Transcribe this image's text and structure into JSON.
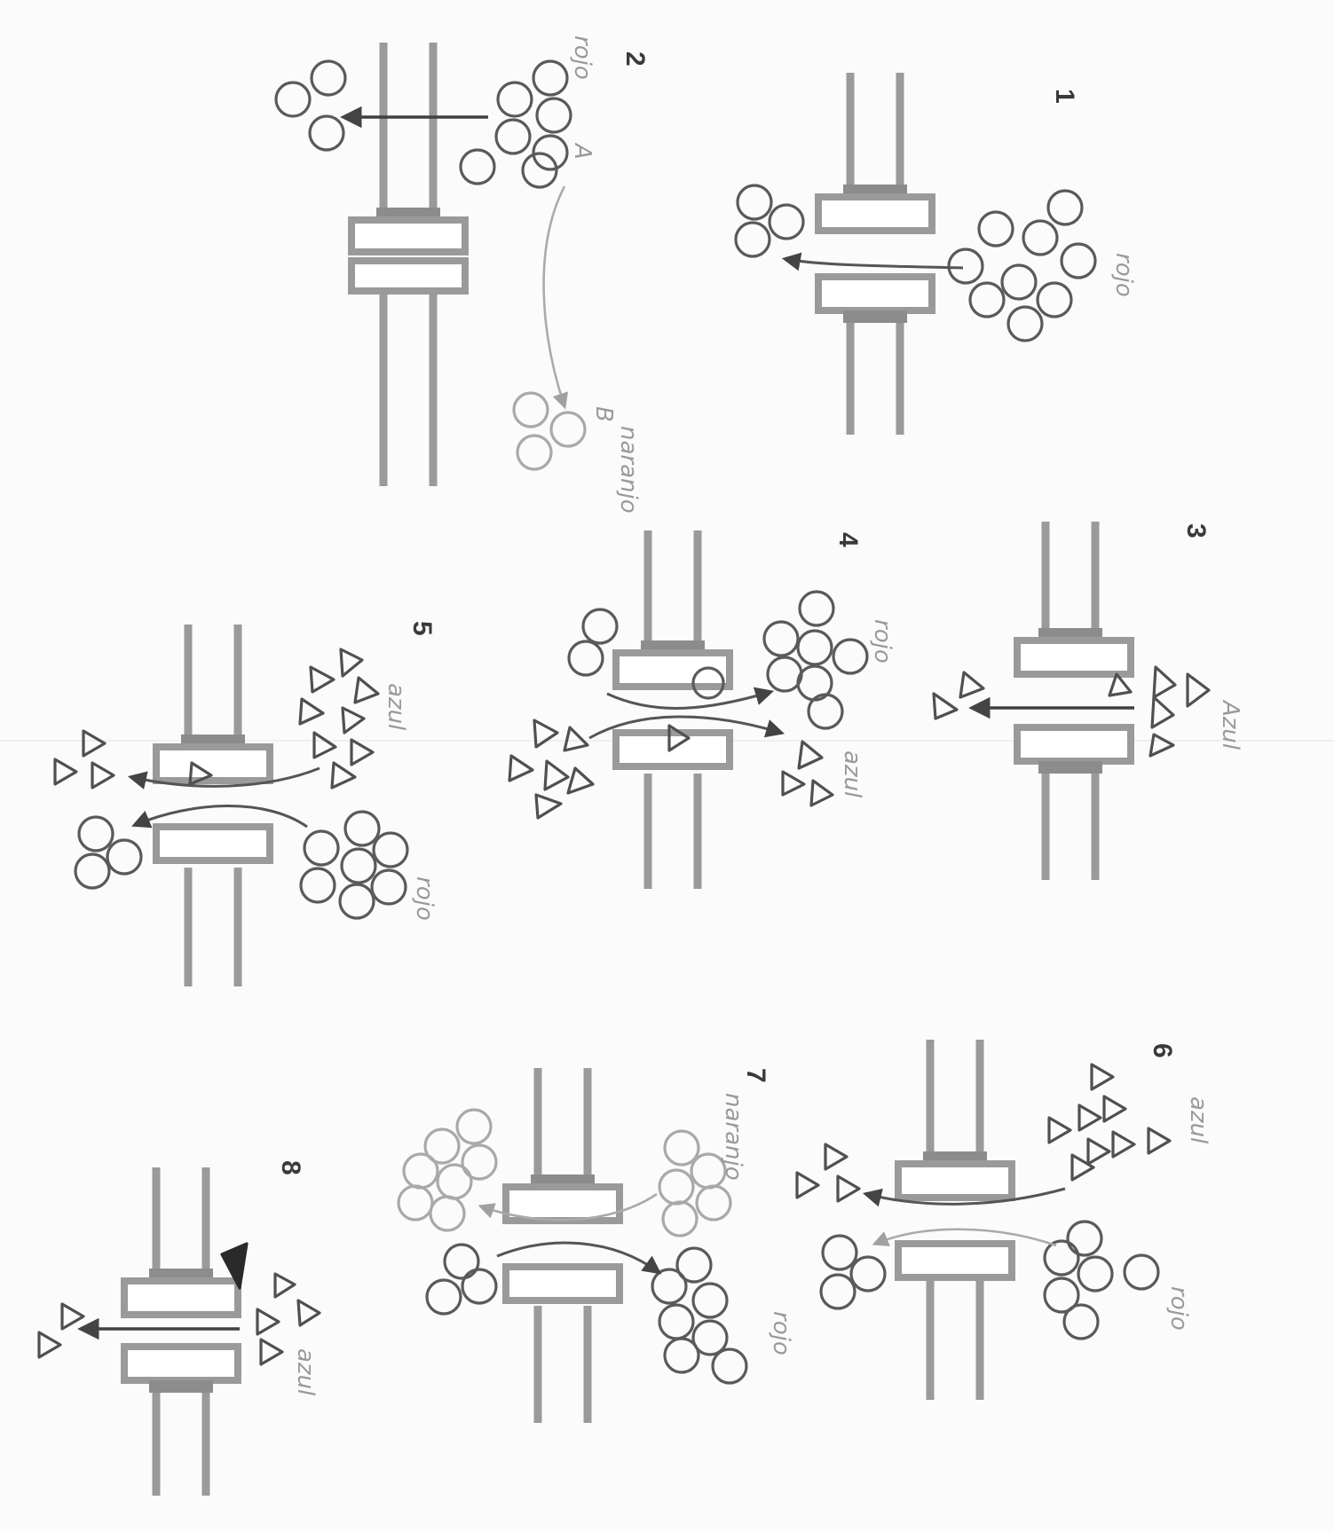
{
  "panels": [
    {
      "number": "1",
      "labels": [
        "rojo"
      ]
    },
    {
      "number": "2",
      "labels": [
        "rojo",
        "A",
        "B",
        "naranjo"
      ]
    },
    {
      "number": "3",
      "labels": [
        "Azul"
      ]
    },
    {
      "number": "4",
      "labels": [
        "rojo",
        "azul"
      ]
    },
    {
      "number": "5",
      "labels": [
        "azul",
        "rojo"
      ]
    },
    {
      "number": "6",
      "labels": [
        "azul",
        "rojo"
      ]
    },
    {
      "number": "7",
      "labels": [
        "naranjo",
        "rojo"
      ]
    },
    {
      "number": "8",
      "labels": [
        "azul"
      ]
    }
  ]
}
